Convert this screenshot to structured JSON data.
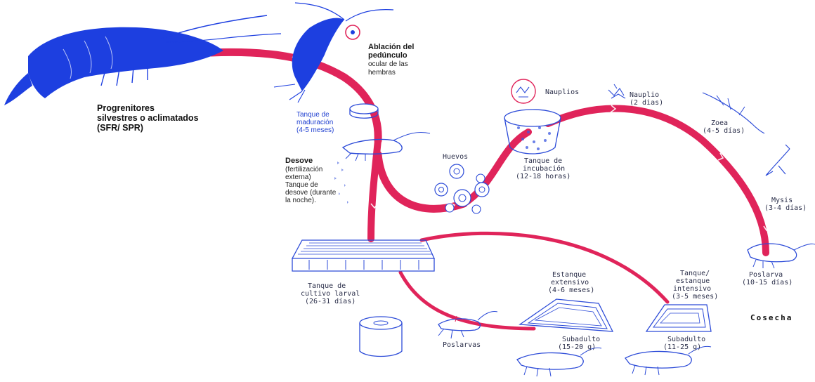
{
  "labels": {
    "broodstock": [
      "Progrenitores",
      "silvestres o aclimatados",
      "(SFR/ SPR)"
    ],
    "ablation": [
      "Ablación del",
      "pedúnculo",
      "ocular de las",
      "hembras"
    ],
    "maturation": [
      "Tanque de",
      "maduración",
      "(4-5 meses)"
    ],
    "spawn": [
      "Desove",
      "(fertilización",
      "externa)",
      "Tanque de",
      "desove (durante",
      "la noche)."
    ],
    "eggs": "Huevos",
    "nauplios_icon": "Nauplios",
    "incubation": [
      "Tanque de",
      "incubación",
      "(12-18 horas)"
    ],
    "nauplio": [
      "Nauplio",
      "(2 dias)"
    ],
    "zoea": [
      "Zoea",
      "(4-5 días)"
    ],
    "mysis": [
      "Mysis",
      "(3-4 días)"
    ],
    "postlarva": [
      "Poslarva",
      "(10-15 días)"
    ],
    "larval_tank": [
      "Tanque de",
      "cultivo larval",
      "(26-31 días)"
    ],
    "poslarvas": "Poslarvas",
    "extensive": [
      "Estanque",
      "extensivo",
      "(4-6 meses)"
    ],
    "intensive": [
      "Tanque/",
      "estanque",
      "intensivo",
      "(3-5 meses)"
    ],
    "subadult_ext": [
      "Subadulto",
      "(15-20 g)"
    ],
    "subadult_int": [
      "Subadulto",
      "(11-25 g)"
    ],
    "harvest": "Cosecha"
  },
  "colors": {
    "flow": "#e0245a",
    "shrimp": "#1d3fe0",
    "ink": "#2c4bd8"
  }
}
